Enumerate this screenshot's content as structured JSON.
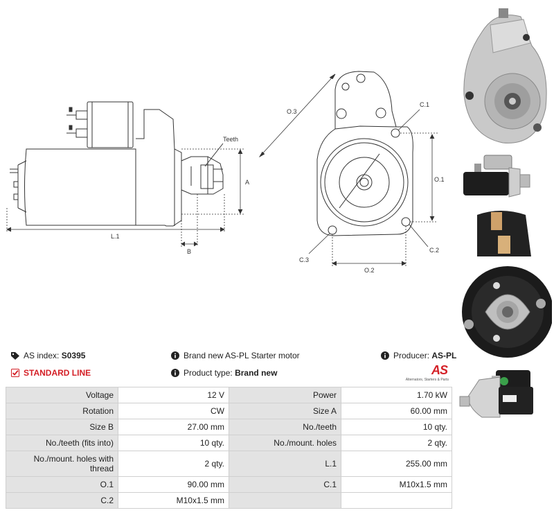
{
  "drawing": {
    "side_labels": {
      "teeth": "Teeth",
      "a": "A",
      "l1": "L.1",
      "b": "B"
    },
    "front_labels": {
      "o3": "O.3",
      "c1": "C.1",
      "o1": "O.1",
      "c2": "C.2",
      "c3": "C.3",
      "o2": "O.2"
    }
  },
  "photos": [
    {
      "icon": "starter-motor-front-photo"
    },
    {
      "icon": "starter-motor-side-photo"
    },
    {
      "icon": "starter-motor-rear-photo"
    },
    {
      "icon": "starter-motor-angled-photo"
    }
  ],
  "info": {
    "as_index_label": "AS index:",
    "as_index_value": "S0395",
    "brand_text": "Brand new AS-PL Starter motor",
    "producer_label": "Producer:",
    "producer_value": "AS-PL",
    "line": "STANDARD LINE",
    "product_type_label": "Product type:",
    "product_type_value": "Brand new",
    "logo_text": "AS",
    "logo_tagline": "Alternators, Starters & Parts"
  },
  "colors": {
    "accent_red": "#d42027",
    "label_bg": "#e3e3e3",
    "border": "#cfcfcf"
  },
  "specs": [
    [
      "Voltage",
      "12 V",
      "Power",
      "1.70 kW"
    ],
    [
      "Rotation",
      "CW",
      "Size A",
      "60.00 mm"
    ],
    [
      "Size B",
      "27.00 mm",
      "No./teeth",
      "10 qty."
    ],
    [
      "No./teeth (fits into)",
      "10 qty.",
      "No./mount. holes",
      "2 qty."
    ],
    [
      "No./mount. holes with thread",
      "2 qty.",
      "L.1",
      "255.00 mm"
    ],
    [
      "O.1",
      "90.00 mm",
      "C.1",
      "M10x1.5 mm"
    ],
    [
      "C.2",
      "M10x1.5 mm",
      "",
      ""
    ]
  ]
}
